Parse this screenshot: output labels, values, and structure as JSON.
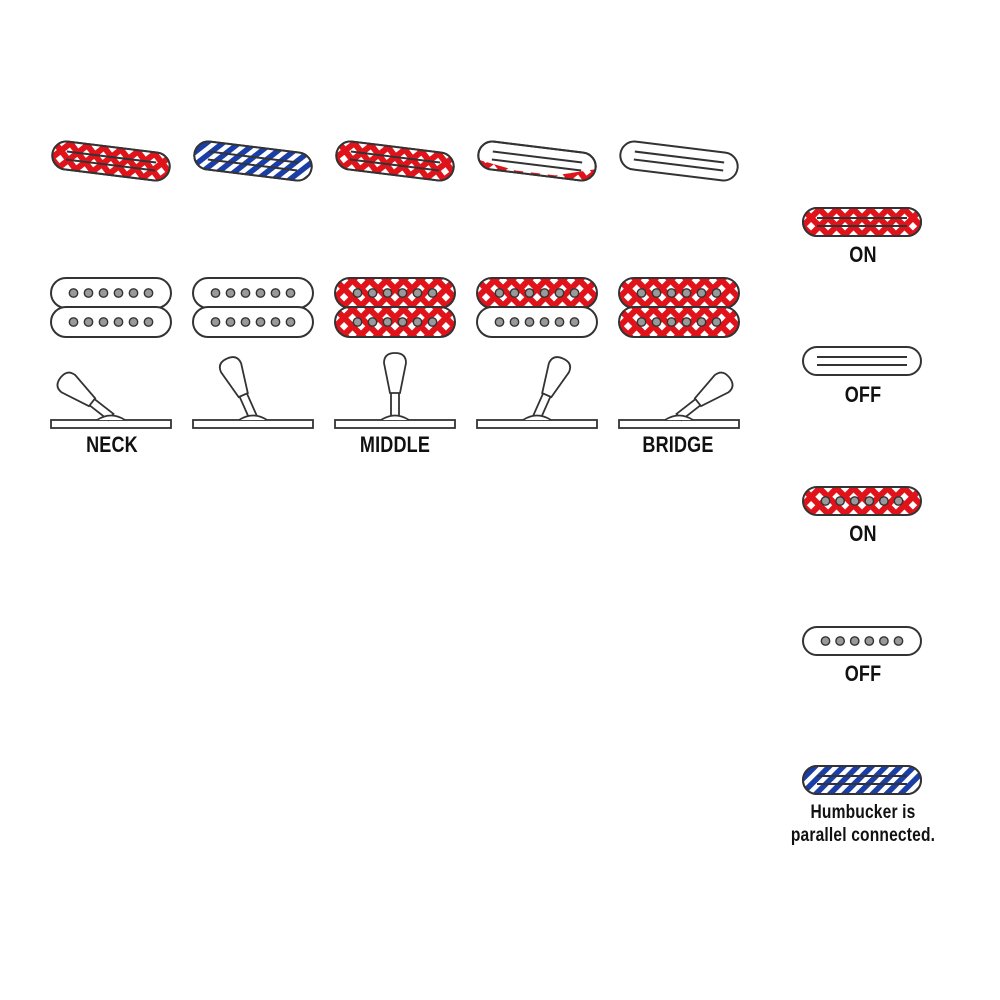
{
  "colors": {
    "on": "#e0131b",
    "parallel": "#1a3ea6",
    "outline": "#333333",
    "dot": "#999999",
    "off_fill": "#ffffff"
  },
  "positions": [
    {
      "label": "NECK",
      "top": "on",
      "bottom_upper": "off",
      "bottom_lower": "off",
      "lever": "neck"
    },
    {
      "label": "",
      "top": "parallel",
      "bottom_upper": "off",
      "bottom_lower": "off",
      "lever": "neck-middle"
    },
    {
      "label": "MIDDLE",
      "top": "on",
      "bottom_upper": "on",
      "bottom_lower": "on",
      "lever": "middle"
    },
    {
      "label": "",
      "top": "half",
      "bottom_upper": "on",
      "bottom_lower": "off",
      "lever": "middle-bridge"
    },
    {
      "label": "BRIDGE",
      "top": "off",
      "bottom_upper": "on",
      "bottom_lower": "on",
      "lever": "bridge"
    }
  ],
  "legend": [
    {
      "kind": "rail-on",
      "label": "ON"
    },
    {
      "kind": "rail-off",
      "label": "OFF"
    },
    {
      "kind": "single-on",
      "label": "ON"
    },
    {
      "kind": "single-off",
      "label": "OFF"
    },
    {
      "kind": "rail-parallel",
      "label_line1": "Humbucker is",
      "label_line2": "parallel connected."
    }
  ]
}
